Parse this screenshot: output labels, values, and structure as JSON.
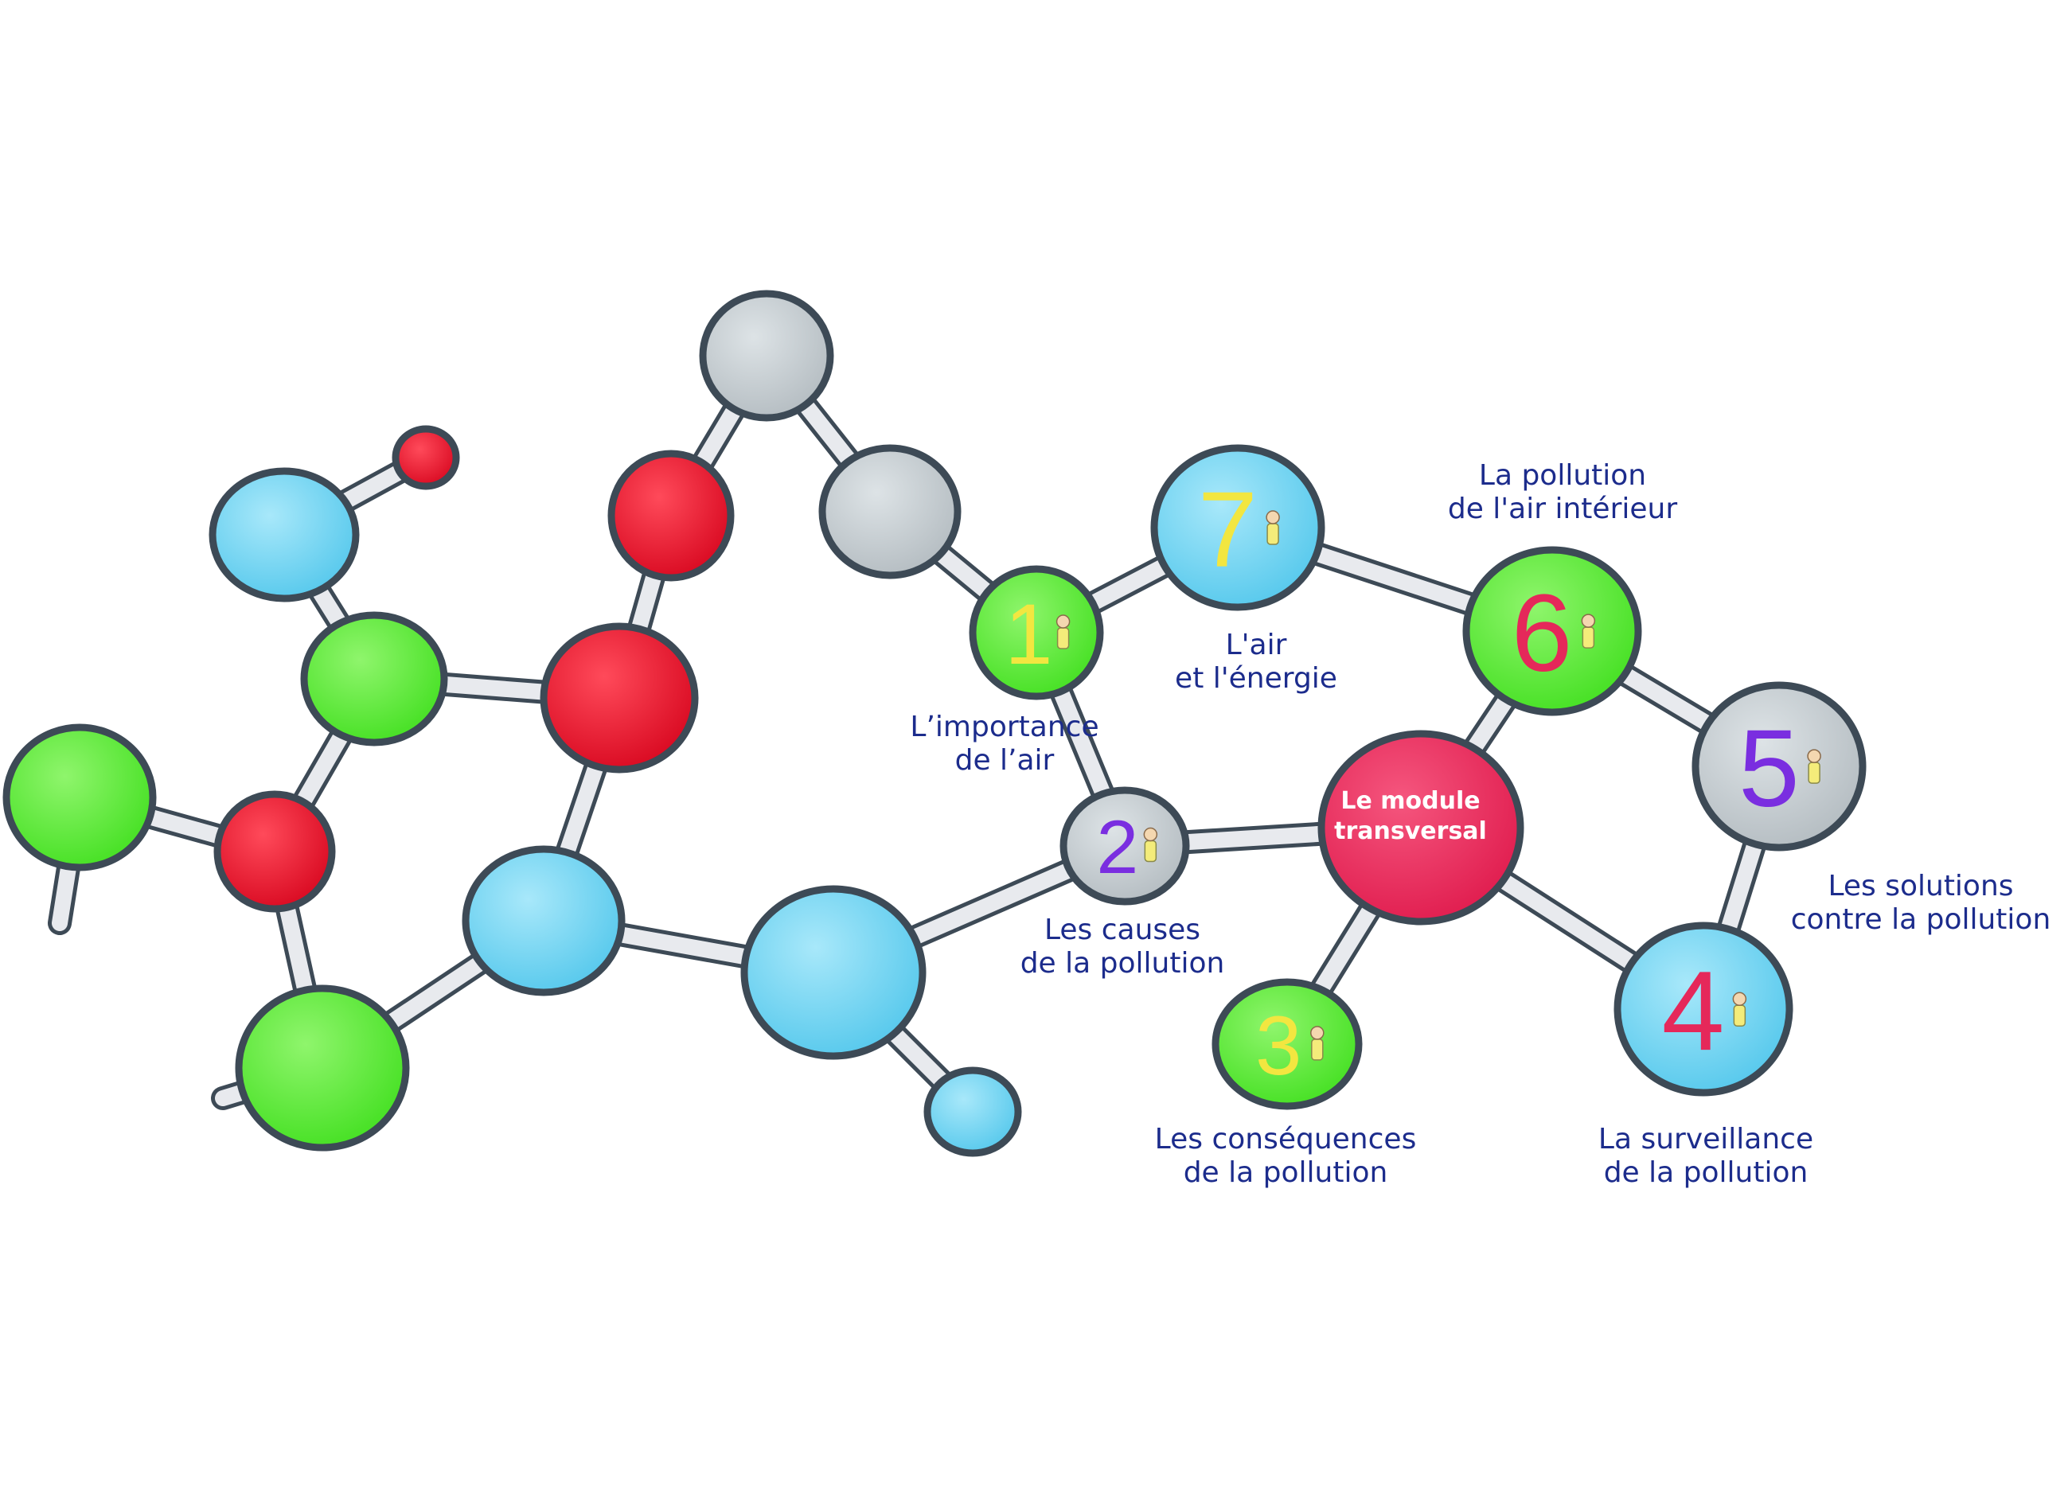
{
  "colors": {
    "blue": "#6fd3f0",
    "green": "#5aee3a",
    "red": "#e8102a",
    "grey": "#c4ccd0",
    "crimson": "#e5285a",
    "outline": "#3d4a56",
    "bond": "#e8eaee",
    "text": "#1c2c8c"
  },
  "modules": [
    {
      "number": "1",
      "number_color": "#f2e640",
      "title_line1": "L’importance",
      "title_line2": "de l’air"
    },
    {
      "number": "2",
      "number_color": "#7a2ee0",
      "title_line1": "Les causes",
      "title_line2": "de la pollution"
    },
    {
      "number": "3",
      "number_color": "#f2e640",
      "title_line1": "Les conséquences",
      "title_line2": "de la pollution"
    },
    {
      "number": "4",
      "number_color": "#e5285a",
      "title_line1": "La surveillance",
      "title_line2": "de la pollution"
    },
    {
      "number": "5",
      "number_color": "#7a2ee0",
      "title_line1": "Les solutions",
      "title_line2": "contre la pollution"
    },
    {
      "number": "6",
      "number_color": "#e5285a",
      "title_line1": "La pollution",
      "title_line2": "de l'air intérieur"
    },
    {
      "number": "7",
      "number_color": "#f2e640",
      "title_line1": "L'air",
      "title_line2": "et l'énergie"
    }
  ],
  "transversal": {
    "line1": "Le module",
    "line2": "transversal"
  }
}
